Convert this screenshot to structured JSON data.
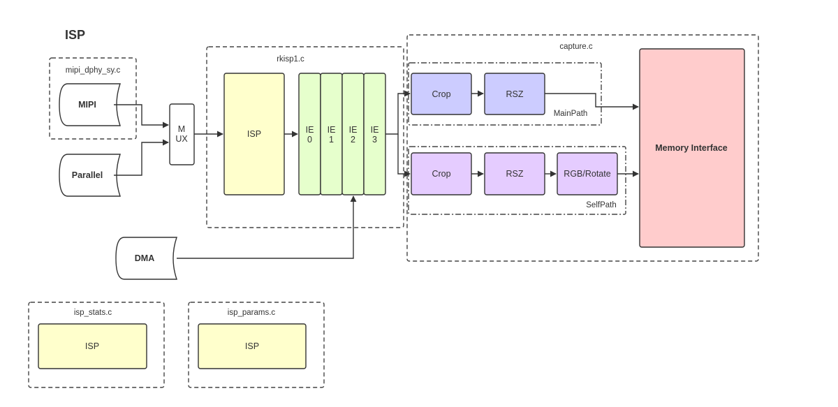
{
  "title": "ISP",
  "groups": {
    "mipi_dphy": "mipi_dphy_sy.c",
    "rkisp1": "rkisp1.c",
    "capture": "capture.c",
    "main_path": "MainPath",
    "self_path": "SelfPath",
    "isp_stats": "isp_stats.c",
    "isp_params": "isp_params.c"
  },
  "sources": {
    "mipi": "MIPI",
    "parallel": "Parallel",
    "dma": "DMA"
  },
  "mux": {
    "line1": "M",
    "line2": "UX"
  },
  "isp_block": "ISP",
  "ie_blocks": [
    {
      "line1": "IE",
      "line2": "0"
    },
    {
      "line1": "IE",
      "line2": "1"
    },
    {
      "line1": "IE",
      "line2": "2"
    },
    {
      "line1": "IE",
      "line2": "3"
    }
  ],
  "main_path_blocks": {
    "crop": "Crop",
    "rsz": "RSZ"
  },
  "self_path_blocks": {
    "crop": "Crop",
    "rsz": "RSZ",
    "rgb_rotate": "RGB/Rotate"
  },
  "memory_interface": "Memory Interface",
  "stats_block": "ISP",
  "params_block": "ISP",
  "colors": {
    "isp_yellow": "#ffffcc",
    "ie_green": "#e6ffcc",
    "main_path_blue": "#ccccff",
    "self_path_purple": "#e5ccff",
    "memory_red": "#ffcccc",
    "line": "#333333"
  }
}
